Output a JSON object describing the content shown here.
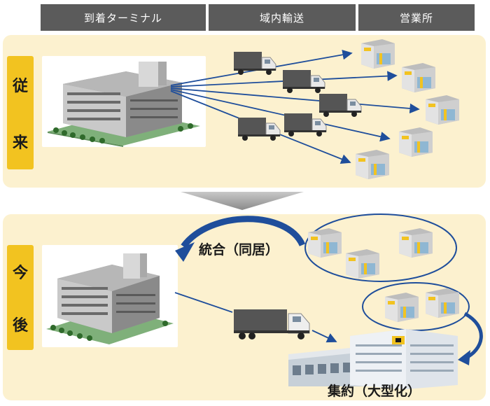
{
  "headers": {
    "arrival_terminal": "到着ターミナル",
    "intra_area_transport": "域内輸送",
    "sales_office": "営業所"
  },
  "conventional": {
    "label_chars": [
      "従",
      "来"
    ]
  },
  "future": {
    "label_chars": [
      "今",
      "後"
    ],
    "merge_caption": "統合（同居）",
    "consolidate_caption": "集約（大型化）"
  },
  "colors": {
    "header_bg": "#5b5b5b",
    "panel_bg": "#fcf1cf",
    "label_bg": "#f2c320",
    "arrow_blue": "#1f4e9b",
    "transition_gray": "#9a9a9a"
  },
  "icons": {
    "terminal": "terminal-building-icon",
    "truck": "truck-icon",
    "large_truck": "large-truck-icon",
    "office": "sales-office-icon",
    "hub": "large-hub-building-icon"
  }
}
